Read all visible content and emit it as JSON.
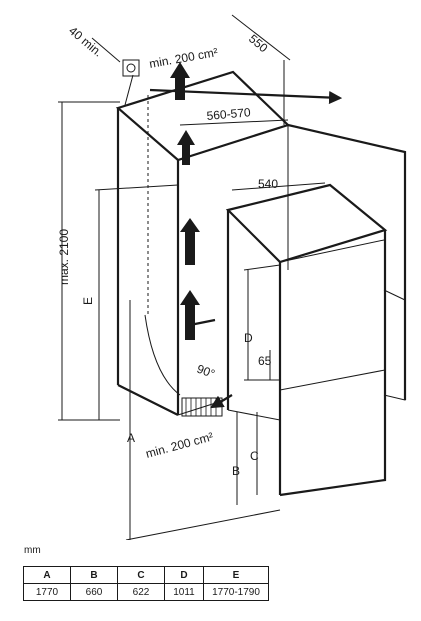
{
  "labels": {
    "depth_gap": "40 min.",
    "vent_top": "min. 200 cm²",
    "depth_outer": "550",
    "niche_depth": "560-570",
    "appliance_depth": "540",
    "max_height": "max. 2100",
    "dim_e": "E",
    "dim_d": "D",
    "dim_65": "65",
    "angle": "90°",
    "vent_bottom": "min. 200 cm²",
    "dim_a": "A",
    "dim_b": "B",
    "dim_c": "C"
  },
  "table": {
    "unit": "mm",
    "headers": [
      "A",
      "B",
      "C",
      "D",
      "E"
    ],
    "values": [
      "1770",
      "660",
      "622",
      "1011",
      "1770-1790"
    ]
  }
}
